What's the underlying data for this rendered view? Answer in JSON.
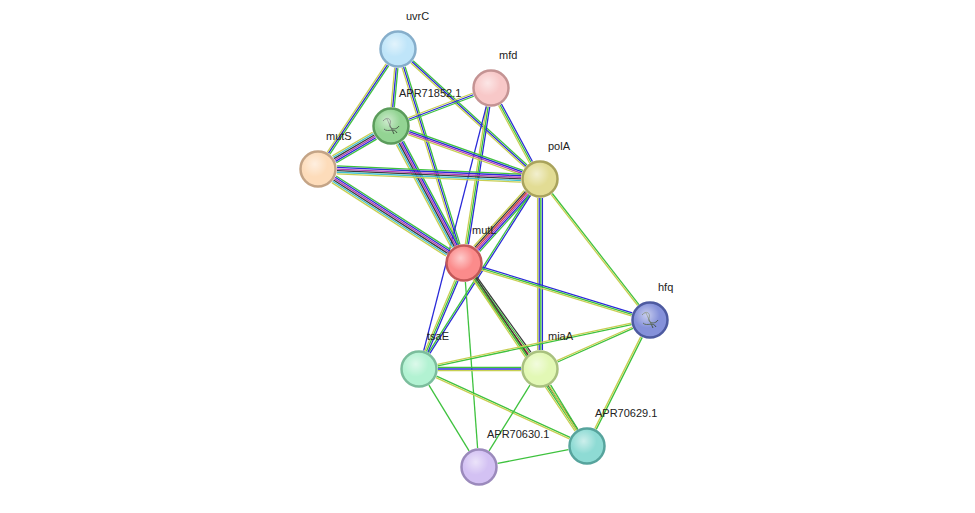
{
  "diagram": {
    "nodes": [
      {
        "text": [
          "uvrC"
        ]
      },
      {
        "text": [
          "mfd"
        ]
      },
      {
        "text": [
          "APR71852.1"
        ]
      },
      {
        "text": [
          "mutS"
        ]
      },
      {
        "text": [
          "polA"
        ]
      },
      {
        "text": [
          "mutL"
        ]
      },
      {
        "text": [
          "hfq"
        ]
      },
      {
        "text": [
          "tsaE"
        ]
      },
      {
        "text": [
          "miaA"
        ]
      },
      {
        "text": [
          "APR70630.1"
        ]
      },
      {
        "text": [
          "APR70629.1"
        ]
      }
    ],
    "edges": [
      {
        "from": 0,
        "to": 2,
        "arrow": "none"
      },
      {
        "from": 0,
        "to": 3,
        "arrow": "none"
      },
      {
        "from": 0,
        "to": 4,
        "arrow": "none"
      },
      {
        "from": 0,
        "to": 5,
        "arrow": "none"
      },
      {
        "from": 1,
        "to": 2,
        "arrow": "none"
      },
      {
        "from": 1,
        "to": 4,
        "arrow": "none"
      },
      {
        "from": 1,
        "to": 5,
        "arrow": "none"
      },
      {
        "from": 1,
        "to": 7,
        "arrow": "none"
      },
      {
        "from": 2,
        "to": 3,
        "arrow": "none"
      },
      {
        "from": 2,
        "to": 4,
        "arrow": "none"
      },
      {
        "from": 2,
        "to": 5,
        "arrow": "none"
      },
      {
        "from": 3,
        "to": 4,
        "arrow": "none"
      },
      {
        "from": 3,
        "to": 5,
        "arrow": "none"
      },
      {
        "from": 4,
        "to": 5,
        "arrow": "none"
      },
      {
        "from": 4,
        "to": 6,
        "arrow": "none"
      },
      {
        "from": 4,
        "to": 8,
        "arrow": "none"
      },
      {
        "from": 4,
        "to": 7,
        "arrow": "none"
      },
      {
        "from": 5,
        "to": 6,
        "arrow": "none"
      },
      {
        "from": 5,
        "to": 7,
        "arrow": "none"
      },
      {
        "from": 5,
        "to": 8,
        "arrow": "none"
      },
      {
        "from": 5,
        "to": 10,
        "arrow": "none"
      },
      {
        "from": 5,
        "to": 9,
        "arrow": "none"
      },
      {
        "from": 6,
        "to": 7,
        "arrow": "none"
      },
      {
        "from": 6,
        "to": 8,
        "arrow": "none"
      },
      {
        "from": 6,
        "to": 10,
        "arrow": "none"
      },
      {
        "from": 7,
        "to": 8,
        "arrow": "none"
      },
      {
        "from": 7,
        "to": 9,
        "arrow": "none"
      },
      {
        "from": 7,
        "to": 10,
        "arrow": "none"
      },
      {
        "from": 8,
        "to": 9,
        "arrow": "none"
      },
      {
        "from": 8,
        "to": 10,
        "arrow": "none"
      },
      {
        "from": 9,
        "to": 10,
        "arrow": "none"
      }
    ]
  }
}
